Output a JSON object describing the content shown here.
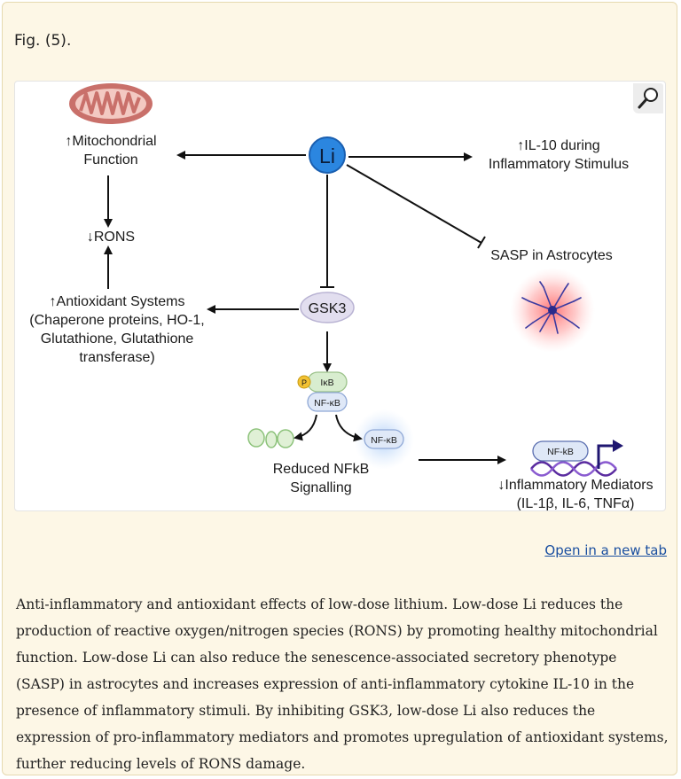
{
  "fig_label": "Fig. (5).",
  "open_link": "Open in a new tab",
  "caption": "Anti-inflammatory and antioxidant effects of low-dose lithium. Low-dose Li reduces the production of reactive oxygen/nitrogen species (RONS) by promoting healthy mitochondrial function. Low-dose Li can also reduce the senescence-associated secretory phenotype (SASP) in astrocytes and increases expression of anti-inflammatory cytokine IL-10 in the presence of inflammatory stimuli. By inhibiting GSK3, low-dose Li also reduces the expression of pro-inflammatory mediators and promotes upregulation of antioxidant systems, further reducing levels of RONS damage.",
  "diagram": {
    "li": "Li",
    "mito_1": "↑Mitochondrial",
    "mito_2": "Function",
    "rons": "↓RONS",
    "il10_1": "↑IL-10 during",
    "il10_2": "Inflammatory Stimulus",
    "sasp": "SASP in Astrocytes",
    "gsk3": "GSK3",
    "antiox_1": "↑Antioxidant Systems",
    "antiox_2": "(Chaperone proteins, HO-1,",
    "antiox_3": "Glutathione, Glutathione",
    "antiox_4": "transferase)",
    "p": "P",
    "ikb": "IκB",
    "nfkb_1": "NF-κB",
    "nfkb_2": "NF-κB",
    "nfkb_3": "NF-kB",
    "reduced_1": "Reduced NFkB",
    "reduced_2": "Signalling",
    "infl_1": "↓Inflammatory Mediators",
    "infl_2": "(IL-1β, IL-6, TNFα)"
  },
  "colors": {
    "li_blue": "#2b86e0",
    "gsk3_purple": "#e2deef",
    "ikb_green": "#d8edcf",
    "nfkb_blue": "#dfe8f7",
    "p_yellow": "#f2c233",
    "astro_glow": "#ff8a8a",
    "dna_purple": "#5b2ca0",
    "link_blue": "#1a4fa0"
  },
  "icons": [
    "mitochondrion-icon",
    "astrocyte-icon",
    "proteasome-icon",
    "dna-icon",
    "magnifier-icon"
  ]
}
